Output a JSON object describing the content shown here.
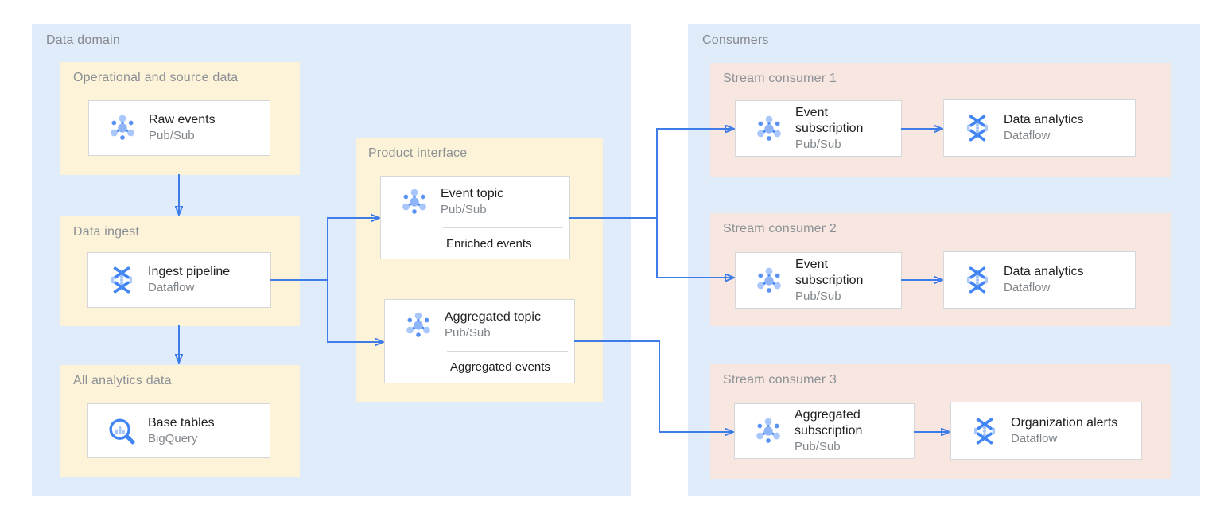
{
  "colors": {
    "panel_blue": "#e1ecfa",
    "group_yellow": "#fdf3d9",
    "group_pink": "#f8e6e1",
    "card_bg": "#ffffff",
    "card_border": "#d5d7da",
    "connector_blue": "#3e7ce8",
    "label_gray": "#8b9095",
    "title_dark": "#202124",
    "subtitle_gray": "#80868b",
    "icon_blue": "#4285f4",
    "icon_light_blue": "#a9c7fb"
  },
  "domain": {
    "title": "Data domain",
    "groups": [
      {
        "title": "Operational and source data",
        "cards": [
          {
            "icon": "pubsub-icon",
            "title": "Raw events",
            "product": "Pub/Sub"
          }
        ]
      },
      {
        "title": "Data ingest",
        "cards": [
          {
            "icon": "dataflow-icon",
            "title": "Ingest pipeline",
            "product": "Dataflow"
          }
        ]
      },
      {
        "title": "All analytics data",
        "cards": [
          {
            "icon": "bigquery-icon",
            "title": "Base tables",
            "product": "BigQuery"
          }
        ]
      },
      {
        "title": "Product interface",
        "cards": [
          {
            "icon": "pubsub-icon",
            "title": "Event topic",
            "product": "Pub/Sub",
            "note": "Enriched events"
          },
          {
            "icon": "pubsub-icon",
            "title": "Aggregated topic",
            "product": "Pub/Sub",
            "note": "Aggregated events"
          }
        ]
      }
    ]
  },
  "consumers": {
    "title": "Consumers",
    "groups": [
      {
        "title": "Stream consumer 1",
        "cards": [
          {
            "icon": "pubsub-icon",
            "title": "Event subscription",
            "product": "Pub/Sub"
          },
          {
            "icon": "dataflow-icon",
            "title": "Data analytics",
            "product": "Dataflow"
          }
        ]
      },
      {
        "title": "Stream consumer 2",
        "cards": [
          {
            "icon": "pubsub-icon",
            "title": "Event subscription",
            "product": "Pub/Sub"
          },
          {
            "icon": "dataflow-icon",
            "title": "Data analytics",
            "product": "Dataflow"
          }
        ]
      },
      {
        "title": "Stream consumer 3",
        "cards": [
          {
            "icon": "pubsub-icon",
            "title": "Aggregated subscription",
            "product": "Pub/Sub"
          },
          {
            "icon": "dataflow-icon",
            "title": "Organization alerts",
            "product": "Dataflow"
          }
        ]
      }
    ]
  }
}
